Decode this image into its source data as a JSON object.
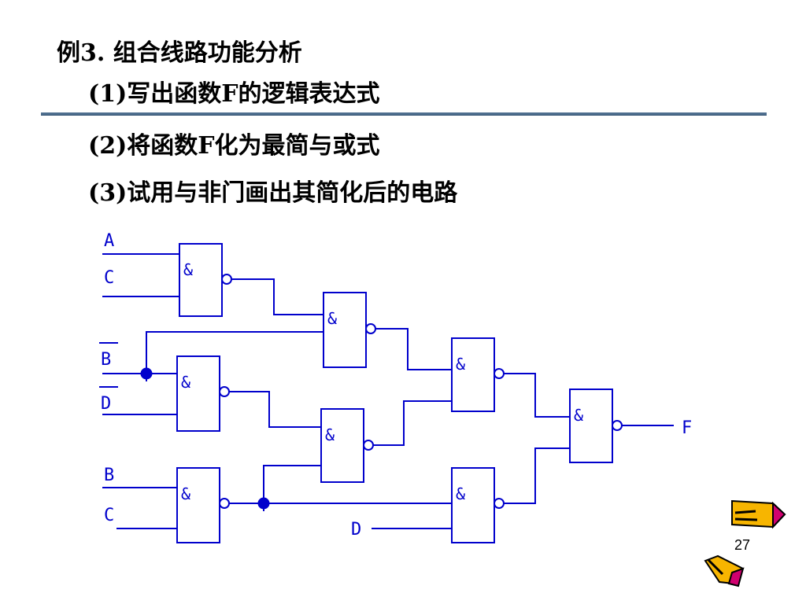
{
  "title": {
    "example": "例3. 组合线路功能分析",
    "q1": "(1)写出函数F的逻辑表达式",
    "q2": "(2)将函数F化为最简与或式",
    "q3": "(3)试用与非门画出其简化后的电路"
  },
  "diagram": {
    "gate_symbol": "&",
    "inputs": {
      "a": "A",
      "c1": "C",
      "b_bar": "B",
      "d_bar": "D",
      "b": "B",
      "c2": "C",
      "d": "D"
    },
    "output": "F"
  },
  "page_number": "27",
  "colors": {
    "wire": "#0000cc",
    "rule": "#4f6f8f"
  }
}
